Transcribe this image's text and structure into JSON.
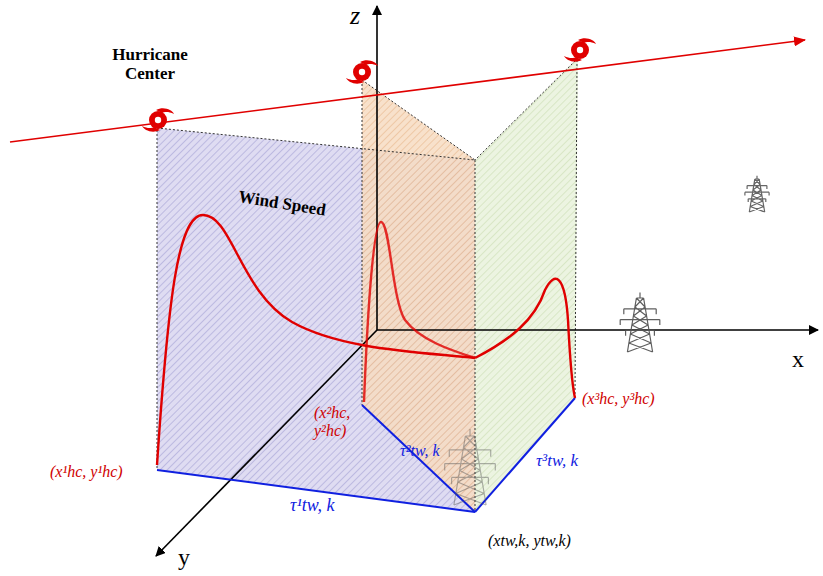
{
  "diagram": {
    "labels": [
      "z",
      "Hurricane Center",
      "Wind Speed",
      "x",
      "y",
      "(x¹hc, y¹hc)",
      "(x²hc, y²hc)",
      "(x³hc, y³hc)",
      "τ¹tw, k",
      "τ²tw, k",
      "τ³tw, k",
      "(xtw,k, ytw,k)"
    ]
  }
}
